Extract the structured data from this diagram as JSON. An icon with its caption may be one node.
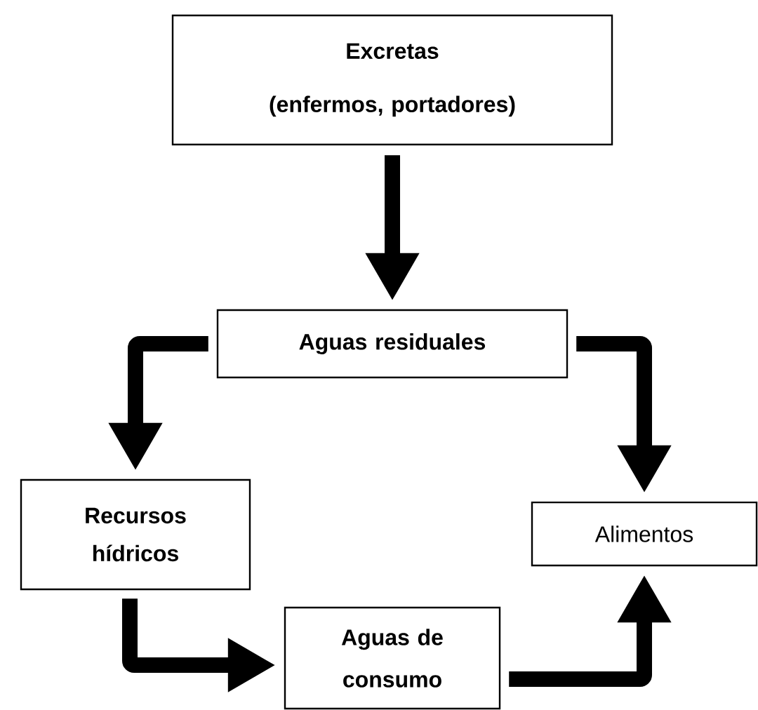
{
  "diagram": {
    "nodes": [
      {
        "text": [
          "Excretas",
          "(enfermos, portadores)"
        ]
      },
      {
        "text": [
          "Aguas residuales"
        ]
      },
      {
        "text": [
          "Recursos hídricos"
        ]
      },
      {
        "text": [
          "Alimentos"
        ]
      },
      {
        "text": [
          "Aguas de consumo"
        ]
      }
    ],
    "edges": [
      {
        "from": 0,
        "to": 1,
        "arrow": "to"
      },
      {
        "from": 1,
        "to": 2,
        "arrow": "to"
      },
      {
        "from": 1,
        "to": 3,
        "arrow": "to"
      },
      {
        "from": 2,
        "to": 4,
        "arrow": "to"
      },
      {
        "from": 4,
        "to": 3,
        "arrow": "to"
      }
    ]
  }
}
